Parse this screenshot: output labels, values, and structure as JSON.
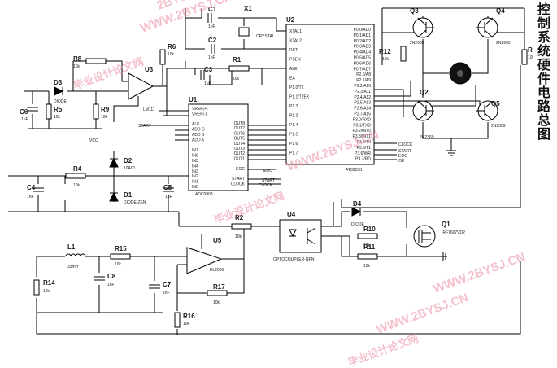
{
  "title": "控制系统硬件电路总图",
  "watermarks": {
    "url": "WWW.2BYSJ.CN",
    "site": "毕业设计论文网",
    "url_partial": "2BYSJ"
  },
  "chips": {
    "u1": {
      "ref": "U1",
      "part": "ADC0808",
      "left_pins": [
        "VREF(+)",
        "VREF(-)",
        "",
        "ALE",
        "ADD C",
        "ADD B",
        "ADD A",
        "",
        "IN7",
        "IN6",
        "IN5",
        "IN4",
        "IN3",
        "IN2",
        "IN1",
        "IN0"
      ],
      "right_pins": [
        "OUT8",
        "OUT7",
        "OUT6",
        "OUT5",
        "OUT4",
        "OUT3",
        "OUT2",
        "OUT1",
        "",
        "EOC",
        "",
        "START",
        "CLOCK"
      ]
    },
    "u2": {
      "ref": "U2",
      "part": "AT89C51",
      "left_pins": [
        "XTAL1",
        "XTAL2",
        "RST",
        "PSEN",
        "ALE",
        "EA",
        "P1.0/T2",
        "P1.1/T2EX",
        "P1.2",
        "P1.3",
        "P1.4",
        "P1.5",
        "P1.6",
        "P1.7"
      ],
      "right_pins": [
        "P0.0/AD0",
        "P0.1/AD1",
        "P0.2/AD2",
        "P0.3/AD3",
        "P0.4/AD4",
        "P0.5/AD5",
        "P0.6/AD6",
        "P0.7/AD7",
        "P2.0/A8",
        "P2.1/A9",
        "P2.2/A10",
        "P2.3/A11",
        "P2.4/A12",
        "P2.5/A13",
        "P2.6/A14",
        "P2.7/A15",
        "P3.0/RXD",
        "P3.1/TXD",
        "P3.2/INT0",
        "P3.3/INT1",
        "P3.4/T0",
        "P3.5/T1",
        "P3.6/WR",
        "P3.7/RD"
      ]
    },
    "u3": {
      "ref": "U3",
      "part": "LM111"
    },
    "u4": {
      "ref": "U4",
      "part": "OPTOCOUPLER-NPN"
    },
    "u5": {
      "ref": "U5",
      "part": "EL2030"
    }
  },
  "components": {
    "c1": {
      "ref": "C1",
      "value": "1nF"
    },
    "c2": {
      "ref": "C2",
      "value": "1nF"
    },
    "c3": {
      "ref": "C3",
      "value": "1uF"
    },
    "c4": {
      "ref": "C4",
      "value": "1nF"
    },
    "c5": {
      "ref": "C5",
      "value": "1nF"
    },
    "c6": {
      "ref": "C6",
      "value": "1uF"
    },
    "c7": {
      "ref": "C7",
      "value": "1nF"
    },
    "c8": {
      "ref": "C8",
      "value": "1nF"
    },
    "x1": {
      "ref": "X1",
      "value": "CRYSTAL"
    },
    "r1": {
      "ref": "R1",
      "value": "10k"
    },
    "r2": {
      "ref": "R2",
      "value": "10k"
    },
    "r4": {
      "ref": "R4",
      "value": "10k"
    },
    "r5": {
      "ref": "R5",
      "value": "10k"
    },
    "r6": {
      "ref": "R6",
      "value": "10k"
    },
    "r8": {
      "ref": "R8",
      "value": "10k"
    },
    "r9": {
      "ref": "R9",
      "value": "10k"
    },
    "r10": {
      "ref": "R10",
      "value": "10k"
    },
    "r11": {
      "ref": "R11",
      "value": "10k"
    },
    "r12": {
      "ref": "R12",
      "value": "10k"
    },
    "r14": {
      "ref": "R14",
      "value": "10k"
    },
    "r15": {
      "ref": "R15",
      "value": "10k"
    },
    "r16": {
      "ref": "R16",
      "value": "10k"
    },
    "r17": {
      "ref": "R17",
      "value": "10k"
    },
    "r1m": {
      "ref": "R1",
      "value": "10k"
    },
    "d1": {
      "ref": "D1",
      "value": "DIODE-ZEN"
    },
    "d2": {
      "ref": "D2",
      "value": "10A01"
    },
    "d3": {
      "ref": "D3",
      "value": "DIODE"
    },
    "d4": {
      "ref": "D4",
      "value": "DIODE"
    },
    "l1": {
      "ref": "L1",
      "value": "33mH"
    },
    "q1": {
      "ref": "Q1",
      "value": "IRF7607VD2"
    },
    "q2": {
      "ref": "Q2",
      "value": "2N2369"
    },
    "q3": {
      "ref": "Q3",
      "value": "2N2905"
    },
    "q4": {
      "ref": "Q4",
      "value": "2N2905"
    },
    "q5": {
      "ref": "Q5",
      "value": "2N2369"
    }
  },
  "nets": {
    "vcc": "VCC",
    "start": "START",
    "clock": "CLOCK",
    "eoc": "EOC",
    "oe": "OE"
  },
  "colors": {
    "wire": "#000000",
    "chip_fill": "#ffffff",
    "watermark": "#eb96aa",
    "motor": "#111111"
  }
}
